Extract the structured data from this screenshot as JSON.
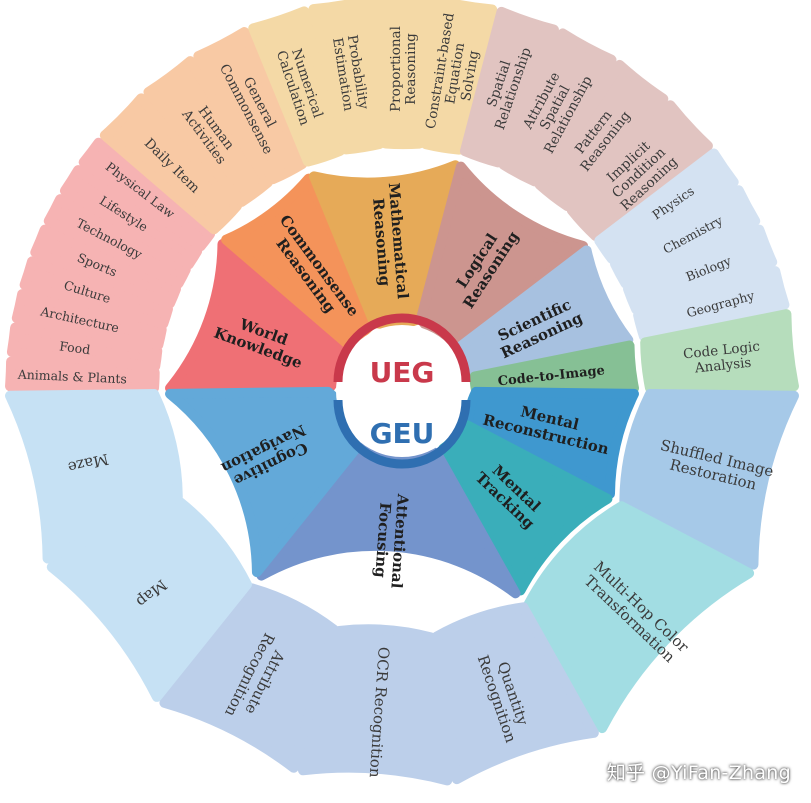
{
  "center": {
    "top": {
      "label": "UEG",
      "color": "#c9394b"
    },
    "bottom": {
      "label": "GEU",
      "color": "#2f6fb1"
    }
  },
  "watermark": "知乎 @YiFan-Zhang",
  "categories": [
    {
      "label": "World Knowledge",
      "color": "#ef7075",
      "outer_color": "#f6b3b3",
      "items": [
        "Animals & Plants",
        "Food",
        "Architecture",
        "Culture",
        "Sports",
        "Technology",
        "Lifestyle",
        "Physical Law"
      ]
    },
    {
      "label": "Commonsense Reasoning",
      "color": "#f4935a",
      "outer_color": "#f8c9a4",
      "items": [
        "Daily Item",
        "Human Activities",
        "General Commonsense"
      ]
    },
    {
      "label": "Mathematical Reasoning",
      "color": "#e6aa58",
      "outer_color": "#f4d9a6",
      "items": [
        "Numerical Calculation",
        "Probability Estimation",
        "Proportional Reasoning",
        "Constraint-based Equation Solving"
      ]
    },
    {
      "label": "Logical Reasoning",
      "color": "#cc958f",
      "outer_color": "#e1c4c1",
      "items": [
        "Spatial Relationship",
        "Attribute Spatial Relationship",
        "Pattern Reasoning",
        "Implicit Condition Reasoning"
      ]
    },
    {
      "label": "Scientific Reasoning",
      "color": "#a7c1e0",
      "outer_color": "#d4e2f2",
      "items": [
        "Physics",
        "Chemistry",
        "Biology",
        "Geography"
      ]
    },
    {
      "label": "Code-to-Image",
      "color": "#86c095",
      "outer_color": "#b6ddbc",
      "items": [
        "Code Logic Analysis"
      ]
    },
    {
      "label": "Mental Reconstruction",
      "color": "#3f98cf",
      "outer_color": "#a6c9e8",
      "items": [
        "Shuffled Image Restoration"
      ]
    },
    {
      "label": "Mental Tracking",
      "color": "#3aaeba",
      "outer_color": "#a2dde3",
      "items": [
        "Multi-Hop Color Transformation"
      ]
    },
    {
      "label": "Attentional Focusing",
      "color": "#7494cc",
      "outer_color": "#bccfea",
      "items": [
        "Quantity Recognition",
        "OCR Recognition",
        "Attribute Recognition"
      ]
    },
    {
      "label": "Cognitive Navigation",
      "color": "#63a9d9",
      "outer_color": "#c6e1f4",
      "items": [
        "Map",
        "Maze"
      ]
    }
  ]
}
